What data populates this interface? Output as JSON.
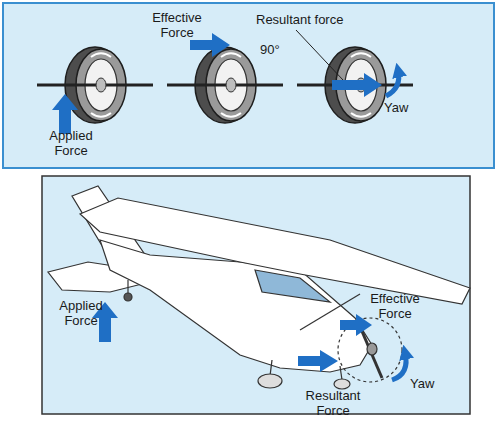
{
  "diagram": {
    "labels": [
      "Effective Force",
      "Resultant force",
      "90°",
      "Yaw",
      "Applied Force",
      "Applied Force",
      "Effective Force",
      "Yaw",
      "Resultant Force"
    ]
  }
}
